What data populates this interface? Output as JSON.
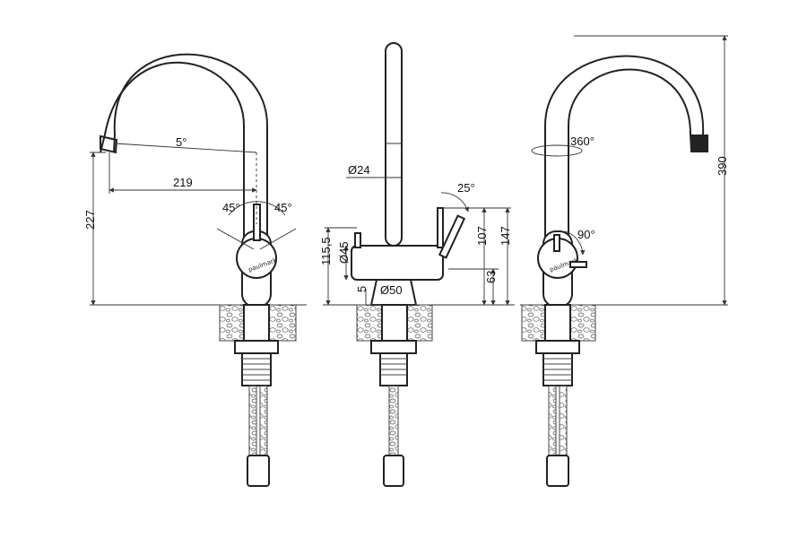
{
  "brand": "paulmark",
  "views": {
    "left": {
      "angle_spout": "5°",
      "reach": "219",
      "angle_left": "45°",
      "angle_right": "45°",
      "outlet_height": "227"
    },
    "middle": {
      "tube_dia": "Ø24",
      "handle_angle": "25°",
      "body_dia": "Ø45",
      "body_height": "115,5",
      "base_thickness": "5",
      "base_dia": "Ø50",
      "handle_height": "107",
      "top_height": "147",
      "lower_height": "63"
    },
    "right": {
      "swivel": "360°",
      "lever_turn": "90°",
      "total_height": "390"
    }
  }
}
